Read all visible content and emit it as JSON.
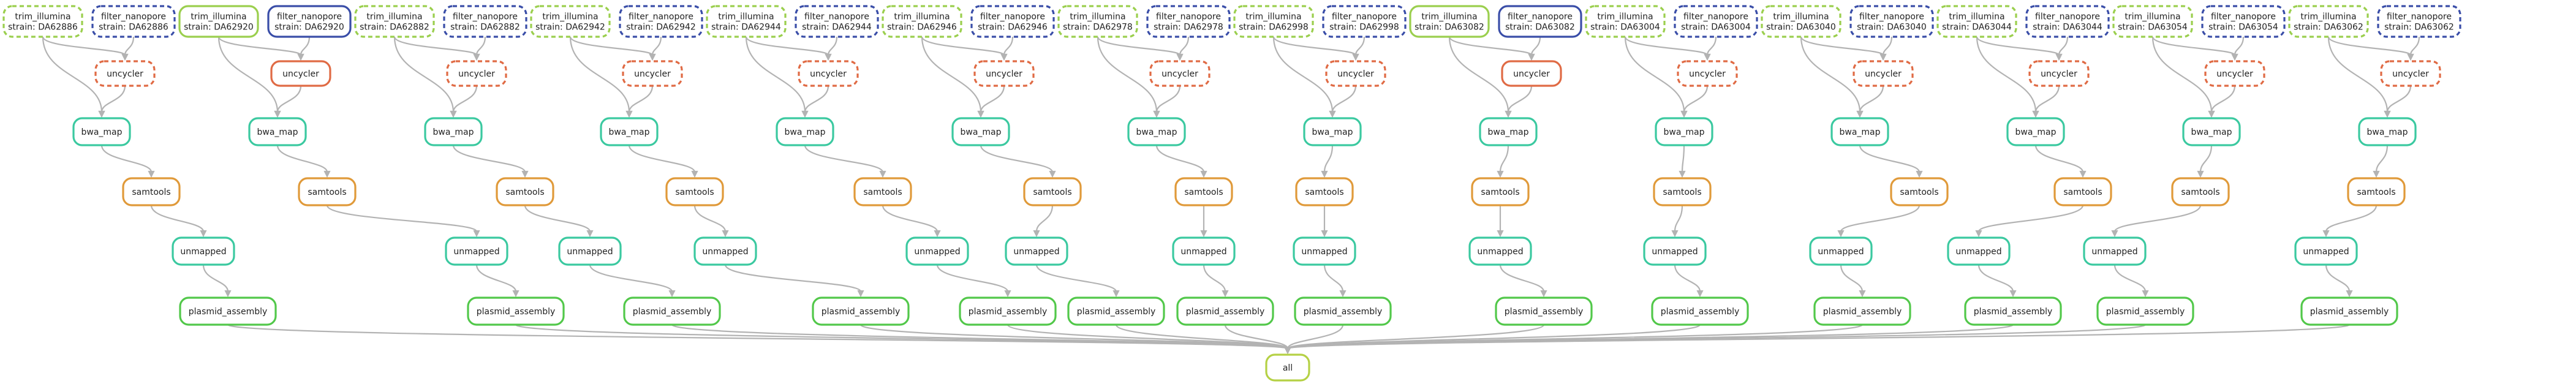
{
  "diagram": {
    "type": "snakemake-rulegraph",
    "colors": {
      "trim_illumina": "#9bcf4e",
      "filter_nanopore": "#3a4ea8",
      "uncycler": "#e06b45",
      "bwa_map": "#3bc9a0",
      "samtools": "#e09a3a",
      "unmapped": "#3bc9a0",
      "plasmid_assembly": "#52c84a",
      "all": "#b5d145",
      "edge": "#b3b3b3"
    },
    "dashed_rules": [
      "trim_illumina",
      "filter_nanopore",
      "uncycler"
    ],
    "strains": [
      {
        "trim": [
          "trim_illumina",
          "strain: DA62886"
        ],
        "filter": [
          "filter_nanopore",
          "strain: DA62886"
        ],
        "uncycler": "uncycler",
        "bwa_map": "bwa_map",
        "samtools": "samtools",
        "unmapped": "unmapped",
        "plasmid": "plasmid_assembly",
        "done": false
      },
      {
        "trim": [
          "trim_illumina",
          "strain: DA62920"
        ],
        "filter": [
          "filter_nanopore",
          "strain: DA62920"
        ],
        "uncycler": "uncycler",
        "bwa_map": "bwa_map",
        "samtools": "samtools",
        "unmapped": "unmapped",
        "plasmid": "plasmid_assembly",
        "done": true
      },
      {
        "trim": [
          "trim_illumina",
          "strain: DA62882"
        ],
        "filter": [
          "filter_nanopore",
          "strain: DA62882"
        ],
        "uncycler": "uncycler",
        "bwa_map": "bwa_map",
        "samtools": "samtools",
        "unmapped": "unmapped",
        "plasmid": "plasmid_assembly",
        "done": false
      },
      {
        "trim": [
          "trim_illumina",
          "strain: DA62942"
        ],
        "filter": [
          "filter_nanopore",
          "strain: DA62942"
        ],
        "uncycler": "uncycler",
        "bwa_map": "bwa_map",
        "samtools": "samtools",
        "unmapped": "unmapped",
        "plasmid": "plasmid_assembly",
        "done": false
      },
      {
        "trim": [
          "trim_illumina",
          "strain: DA62944"
        ],
        "filter": [
          "filter_nanopore",
          "strain: DA62944"
        ],
        "uncycler": "uncycler",
        "bwa_map": "bwa_map",
        "samtools": "samtools",
        "unmapped": "unmapped",
        "plasmid": "plasmid_assembly",
        "done": false
      },
      {
        "trim": [
          "trim_illumina",
          "strain: DA62946"
        ],
        "filter": [
          "filter_nanopore",
          "strain: DA62946"
        ],
        "uncycler": "uncycler",
        "bwa_map": "bwa_map",
        "samtools": "samtools",
        "unmapped": "unmapped",
        "plasmid": "plasmid_assembly",
        "done": false
      },
      {
        "trim": [
          "trim_illumina",
          "strain: DA62978"
        ],
        "filter": [
          "filter_nanopore",
          "strain: DA62978"
        ],
        "uncycler": "uncycler",
        "bwa_map": "bwa_map",
        "samtools": "samtools",
        "unmapped": "unmapped",
        "plasmid": "plasmid_assembly",
        "done": false
      },
      {
        "trim": [
          "trim_illumina",
          "strain: DA62998"
        ],
        "filter": [
          "filter_nanopore",
          "strain: DA62998"
        ],
        "uncycler": "uncycler",
        "bwa_map": "bwa_map",
        "samtools": "samtools",
        "unmapped": "unmapped",
        "plasmid": "plasmid_assembly",
        "done": false
      },
      {
        "trim": [
          "trim_illumina",
          "strain: DA63082"
        ],
        "filter": [
          "filter_nanopore",
          "strain: DA63082"
        ],
        "uncycler": "uncycler",
        "bwa_map": "bwa_map",
        "samtools": "samtools",
        "unmapped": "unmapped",
        "plasmid": "plasmid_assembly",
        "done": true
      },
      {
        "trim": [
          "trim_illumina",
          "strain: DA63004"
        ],
        "filter": [
          "filter_nanopore",
          "strain: DA63004"
        ],
        "uncycler": "uncycler",
        "bwa_map": "bwa_map",
        "samtools": "samtools",
        "unmapped": "unmapped",
        "plasmid": "plasmid_assembly",
        "done": false
      },
      {
        "trim": [
          "trim_illumina",
          "strain: DA63040"
        ],
        "filter": [
          "filter_nanopore",
          "strain: DA63040"
        ],
        "uncycler": "uncycler",
        "bwa_map": "bwa_map",
        "samtools": "samtools",
        "unmapped": "unmapped",
        "plasmid": "plasmid_assembly",
        "done": false
      },
      {
        "trim": [
          "trim_illumina",
          "strain: DA63044"
        ],
        "filter": [
          "filter_nanopore",
          "strain: DA63044"
        ],
        "uncycler": "uncycler",
        "bwa_map": "bwa_map",
        "samtools": "samtools",
        "unmapped": "unmapped",
        "plasmid": "plasmid_assembly",
        "done": false
      },
      {
        "trim": [
          "trim_illumina",
          "strain: DA63054"
        ],
        "filter": [
          "filter_nanopore",
          "strain: DA63054"
        ],
        "uncycler": "uncycler",
        "bwa_map": "bwa_map",
        "samtools": "samtools",
        "unmapped": "unmapped",
        "plasmid": "plasmid_assembly",
        "done": false
      },
      {
        "trim": [
          "trim_illumina",
          "strain: DA63062"
        ],
        "filter": [
          "filter_nanopore",
          "strain: DA63062"
        ],
        "uncycler": "uncycler",
        "bwa_map": "bwa_map",
        "samtools": "samtools",
        "unmapped": "unmapped",
        "plasmid": "plasmid_assembly",
        "done": false
      }
    ],
    "final": "all"
  }
}
